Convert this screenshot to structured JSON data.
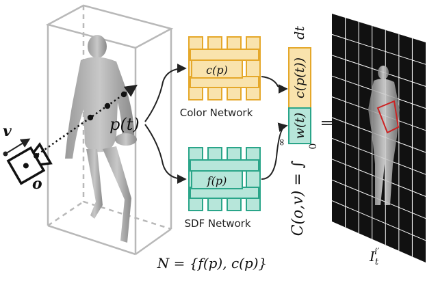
{
  "labels": {
    "p_of_t": "p(t)",
    "v": "v",
    "o": "o",
    "color_network": "Color Network",
    "sdf_network": "SDF Network",
    "c_of_p": "c(p)",
    "f_of_p": "f(p)",
    "w_of_t": "w(t)",
    "c_p_t": "c(p(t))",
    "dt": "dt",
    "integral_equation": "C(o,v) = ∫",
    "integral_upper": "∞",
    "integral_lower": "0",
    "network_set": "N = {f(p), c(p)}",
    "image_label": "I",
    "image_sub": "t",
    "image_sup": "i′"
  },
  "colors": {
    "color_network_fill": "#f9e3ad",
    "color_network_stroke": "#e5a82a",
    "sdf_network_fill": "#b7e6da",
    "sdf_network_stroke": "#2aa589",
    "red_patch": "#cc2222",
    "grid_background": "#111111"
  },
  "icons": [
    "camera-icon",
    "ray-arrow",
    "human-figure"
  ]
}
